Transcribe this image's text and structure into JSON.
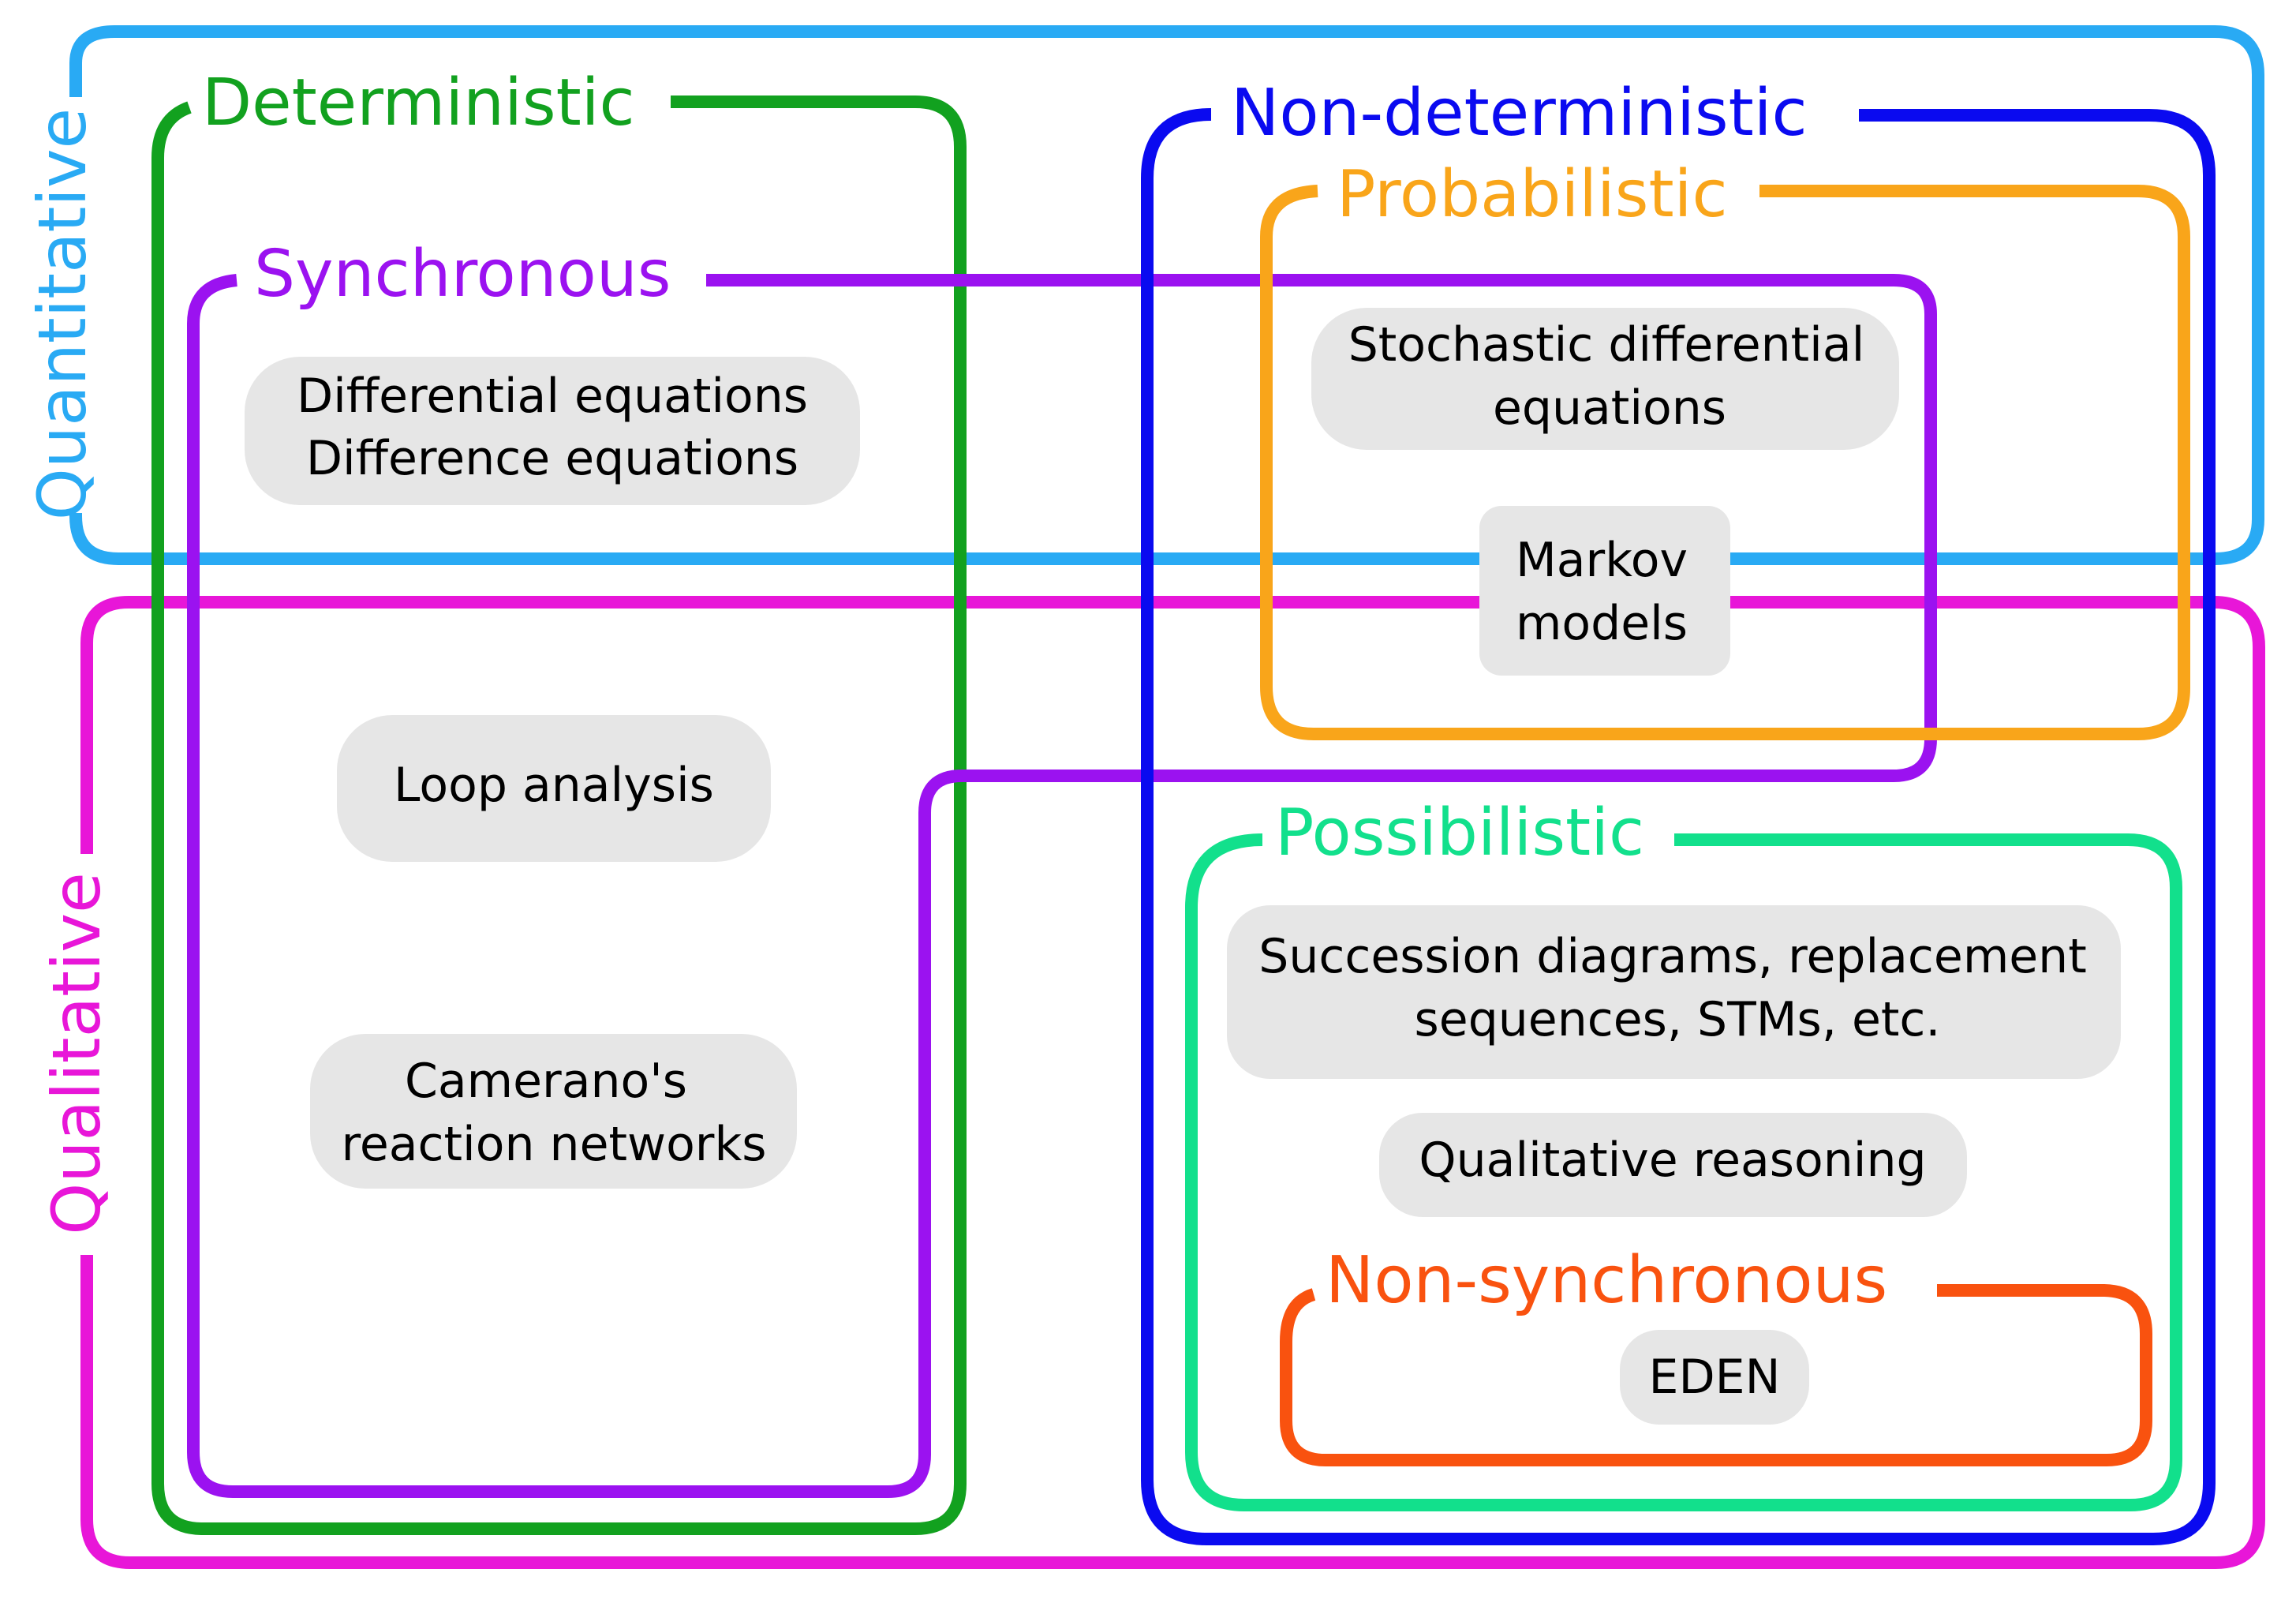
{
  "colors": {
    "quantitative": "#29aaf4",
    "qualitative": "#e816d8",
    "deterministic": "#12a11f",
    "synchronous": "#9b12f0",
    "non_deterministic": "#0a0af0",
    "probabilistic": "#f9a51a",
    "possibilistic": "#12e08c",
    "non_synchronous": "#f9520f",
    "pill": "#e6e6e6",
    "text": "#000000"
  },
  "regions": {
    "quantitative": "Quantitative",
    "qualitative": "Qualitative",
    "deterministic": "Deterministic",
    "synchronous": "Synchronous",
    "non_deterministic": "Non-deterministic",
    "probabilistic": "Probabilistic",
    "possibilistic": "Possibilistic",
    "non_synchronous": "Non-synchronous"
  },
  "methods": {
    "diff_eq_line1": "Differential equations",
    "diff_eq_line2": "Difference equations",
    "loop_analysis": "Loop analysis",
    "camerano_line1": "Camerano's",
    "camerano_line2": "reaction networks",
    "sde_line1": "Stochastic differential",
    "sde_line2": "equations",
    "markov_line1": "Markov",
    "markov_line2": "models",
    "succession_line1": "Succession diagrams, replacement",
    "succession_line2": "sequences, STMs, etc.",
    "qual_reasoning": "Qualitative reasoning",
    "eden": "EDEN"
  }
}
